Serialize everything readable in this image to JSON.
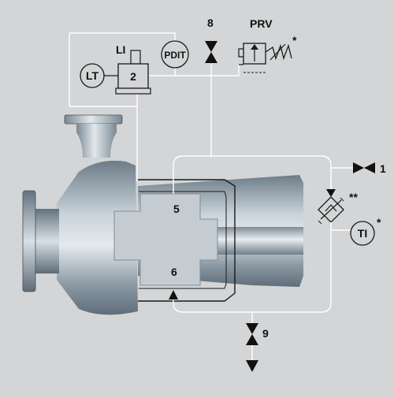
{
  "diagram": {
    "labels": {
      "port1": "1",
      "port8": "8",
      "port9": "9",
      "chamber_top": "5",
      "chamber_bottom": "6",
      "reservoir": "2",
      "li": "LI",
      "lt": "LT",
      "pdit": "PDIT",
      "prv": "PRV",
      "prv_note": "*",
      "ti": "TI",
      "ti_note": "*",
      "cooler_note": "**"
    },
    "colors": {
      "background": "#d3d5d7",
      "pipe": "#ffffff",
      "component": "#c4ccd2",
      "valve": "#111111"
    }
  }
}
